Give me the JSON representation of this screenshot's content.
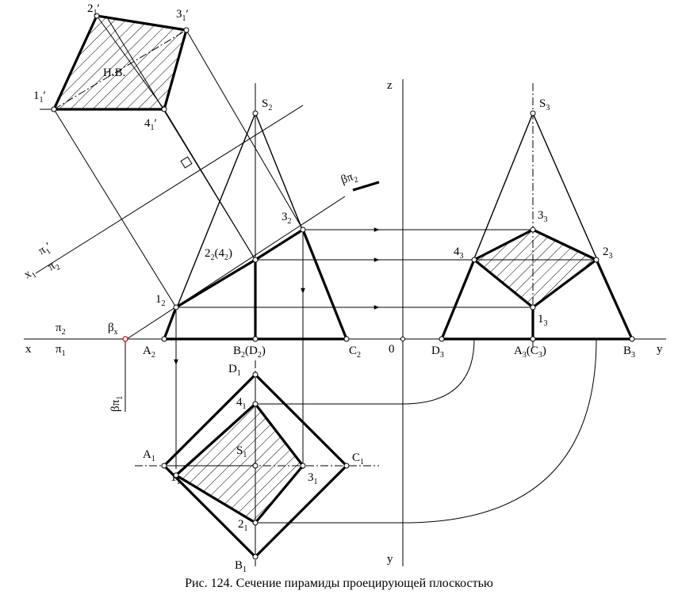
{
  "caption": "Рис. 124.  Сечение пирамиды проецирующей плоскостью",
  "labels": {
    "s2": "S",
    "s2_sub": "2",
    "s3": "S",
    "s3_sub": "3",
    "s1": "S",
    "s1_sub": "1",
    "a2": "A",
    "a2_sub": "2",
    "b2d2": "B",
    "b2d2_sub": "2",
    "b2d2_paren": "(D",
    "b2d2_paren_sub": "2",
    "b2d2_close": ")",
    "c2": "C",
    "c2_sub": "2",
    "d3": "D",
    "d3_sub": "3",
    "a3c3": "A",
    "a3c3_sub": "3",
    "a3c3_paren": "(C",
    "a3c3_paren_sub": "3",
    "a3c3_close": ")",
    "b3": "B",
    "b3_sub": "3",
    "p1_2": "1",
    "p1_2_sub": "2",
    "p24_2": "2",
    "p24_2_sub": "2",
    "p24_2_paren": "(4",
    "p24_2_paren_sub": "2",
    "p24_2_close": ")",
    "p3_2": "3",
    "p3_2_sub": "2",
    "p1_3": "1",
    "p1_3_sub": "3",
    "p2_3": "2",
    "p2_3_sub": "3",
    "p3_3": "3",
    "p3_3_sub": "3",
    "p4_3": "4",
    "p4_3_sub": "3",
    "a1": "A",
    "a1_sub": "1",
    "b1": "B",
    "b1_sub": "1",
    "c1": "C",
    "c1_sub": "1",
    "d1": "D",
    "d1_sub": "1",
    "p1_1": "1",
    "p1_1_sub": "1",
    "p2_1": "2",
    "p2_1_sub": "1",
    "p3_1": "3",
    "p3_1_sub": "1",
    "p4_1": "4",
    "p4_1_sub": "1",
    "p1_nv": "1",
    "p1_nv_sub": "1",
    "p2_nv": "2",
    "p2_nv_sub": "1",
    "p3_nv": "3",
    "p3_nv_sub": "1",
    "p4_nv": "4",
    "p4_nv_sub": "1",
    "nv": "Н.В.",
    "x_left": "x",
    "x_right": "y",
    "z_axis": "z",
    "y_axis": "y",
    "origin": "0",
    "pi2": "π",
    "pi2_sub": "2",
    "pi1": "π",
    "pi1_sub": "1",
    "beta_x": "β",
    "beta_x_sub": "x",
    "beta_pi2": "βπ",
    "beta_pi2_sub": "2",
    "beta_pi1": "βπ",
    "beta_pi1_sub": "1",
    "x1": "x",
    "x1_sub": "1",
    "x1_pi1": "π",
    "x1_pi1_sub": "1",
    "x1_pi2": "π",
    "x1_pi2_sub": "2"
  }
}
